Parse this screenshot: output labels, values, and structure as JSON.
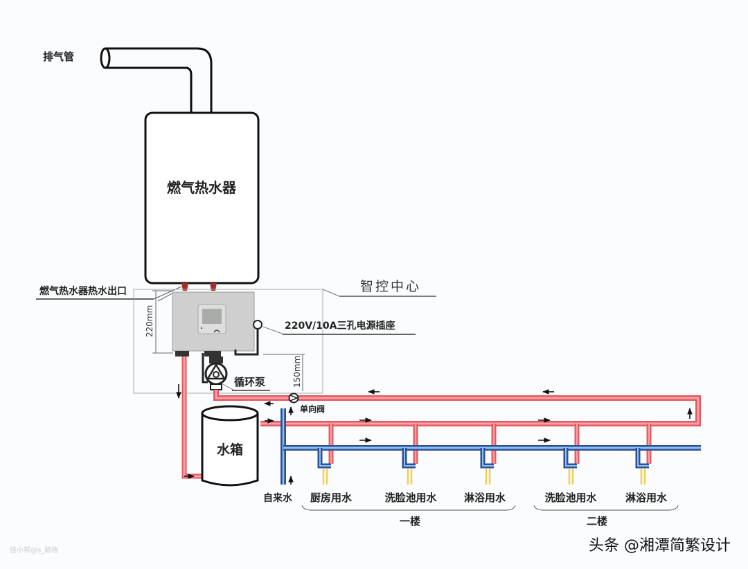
{
  "diagram": {
    "title": "燃气热水器循环系统示意图",
    "labels": {
      "exhaust_pipe": "排气管",
      "heater": "燃气热水器",
      "heater_outlet": "燃气热水器热水出口",
      "control_center": "智控中心",
      "power_socket": "220V/10A三孔电源插座",
      "pump": "循环泵",
      "check_valve": "单向阀",
      "tank": "水箱",
      "tap_water": "自来水",
      "dim_220": "220mm",
      "dim_150": "150mm"
    },
    "floors": [
      {
        "name": "一楼",
        "outlets": [
          "厨房用水",
          "洗脸池用水",
          "淋浴用水"
        ]
      },
      {
        "name": "二楼",
        "outlets": [
          "洗脸池用水",
          "淋浴用水"
        ]
      }
    ],
    "colors": {
      "hot_pipe": "#e8575f",
      "hot_pipe_light": "#f4a3a8",
      "cold_pipe": "#2d4f9a",
      "cold_pipe_light": "#8fc3ee",
      "mixed_out": "#f0d050",
      "outline": "#111111",
      "panel_gray": "#c9c9c9"
    }
  },
  "watermark": {
    "source": "头条 @湘潭简繁设计",
    "faint_text": "佳小帮@s_颖格"
  }
}
